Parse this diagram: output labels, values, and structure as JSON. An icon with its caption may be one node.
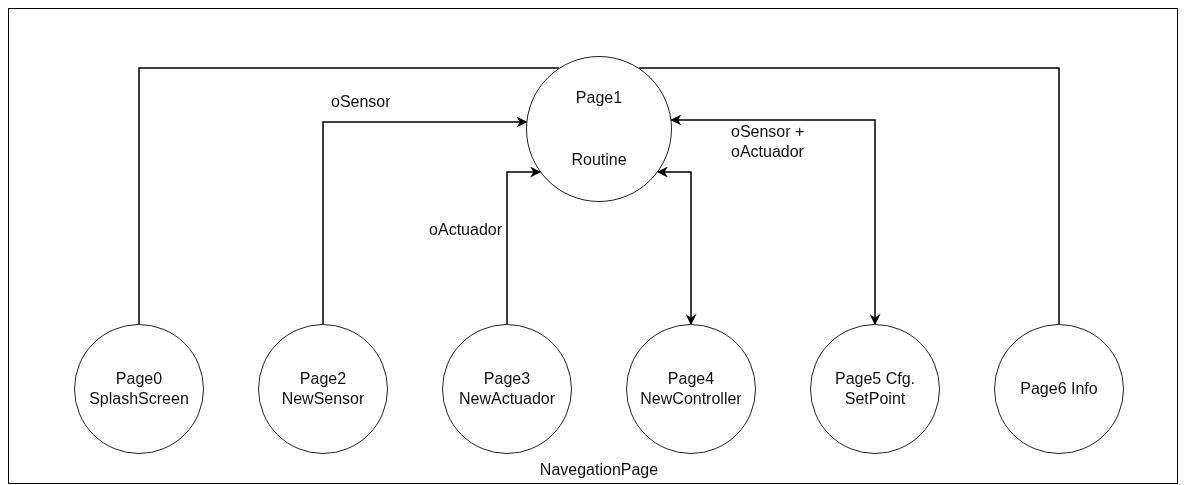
{
  "diagram": {
    "nodes": [
      {
        "text": [
          "NavegationPage"
        ]
      },
      {
        "text": [
          "Page1",
          "Routine"
        ],
        "in": 0
      },
      {
        "text": [
          "Page0 SplashScreen"
        ],
        "in": 0
      },
      {
        "text": [
          "Page2 NewSensor"
        ],
        "in": 0
      },
      {
        "text": [
          "Page3 NewActuador"
        ],
        "in": 0
      },
      {
        "text": [
          "Page4 NewController"
        ],
        "in": 0
      },
      {
        "text": [
          "Page5 Cfg. SetPoint"
        ],
        "in": 0
      },
      {
        "text": [
          "Page6 Info"
        ],
        "in": 0
      }
    ],
    "edges": [
      {
        "from": 2,
        "to": 1,
        "arrow": "none"
      },
      {
        "from": 3,
        "to": 1,
        "arrow": "to",
        "label": "oSensor"
      },
      {
        "from": 4,
        "to": 1,
        "arrow": "to",
        "label": "oActuador"
      },
      {
        "from": 1,
        "to": 5,
        "arrow": "both"
      },
      {
        "from": 1,
        "to": 6,
        "arrow": "both",
        "label": "oSensor + oActuador"
      },
      {
        "from": 7,
        "to": 1,
        "arrow": "none"
      }
    ]
  }
}
